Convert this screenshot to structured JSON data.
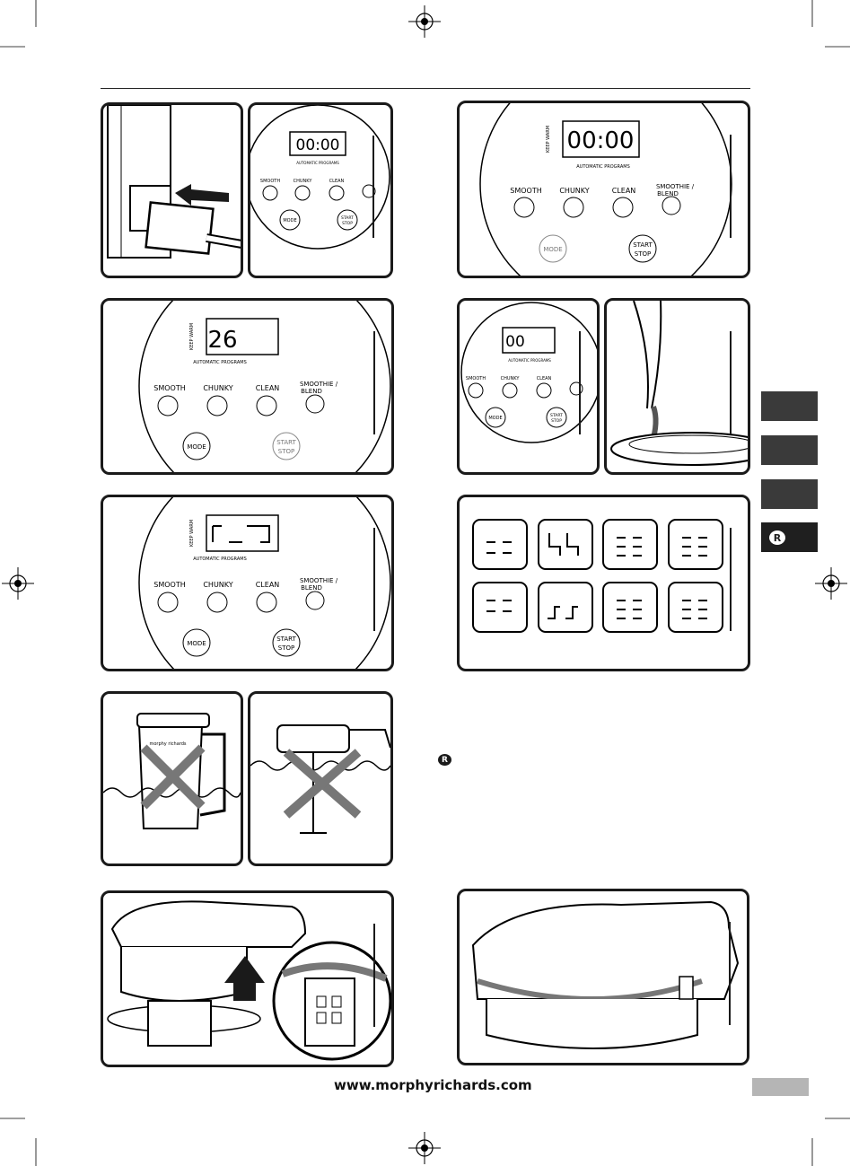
{
  "control_panel": {
    "keep_warm": "KEEP WARM",
    "automatic_programs": "AUTOMATIC PROGRAMS",
    "smooth": "SMOOTH",
    "chunky": "CHUNKY",
    "clean": "CLEAN",
    "smoothie_blend_line1": "SMOOTHIE /",
    "smoothie_blend_line2": "BLEND",
    "mode": "MODE",
    "start": "START",
    "stop": "STOP"
  },
  "displays": {
    "panel_2": "00:00",
    "panel_3": "00:00",
    "panel_4": "26",
    "panel_5": "00"
  },
  "brand_label": "morphy richards",
  "side_tabs": {
    "active_label": "R"
  },
  "marker_label": "R",
  "footer": {
    "url": "www.morphyrichards.com"
  }
}
